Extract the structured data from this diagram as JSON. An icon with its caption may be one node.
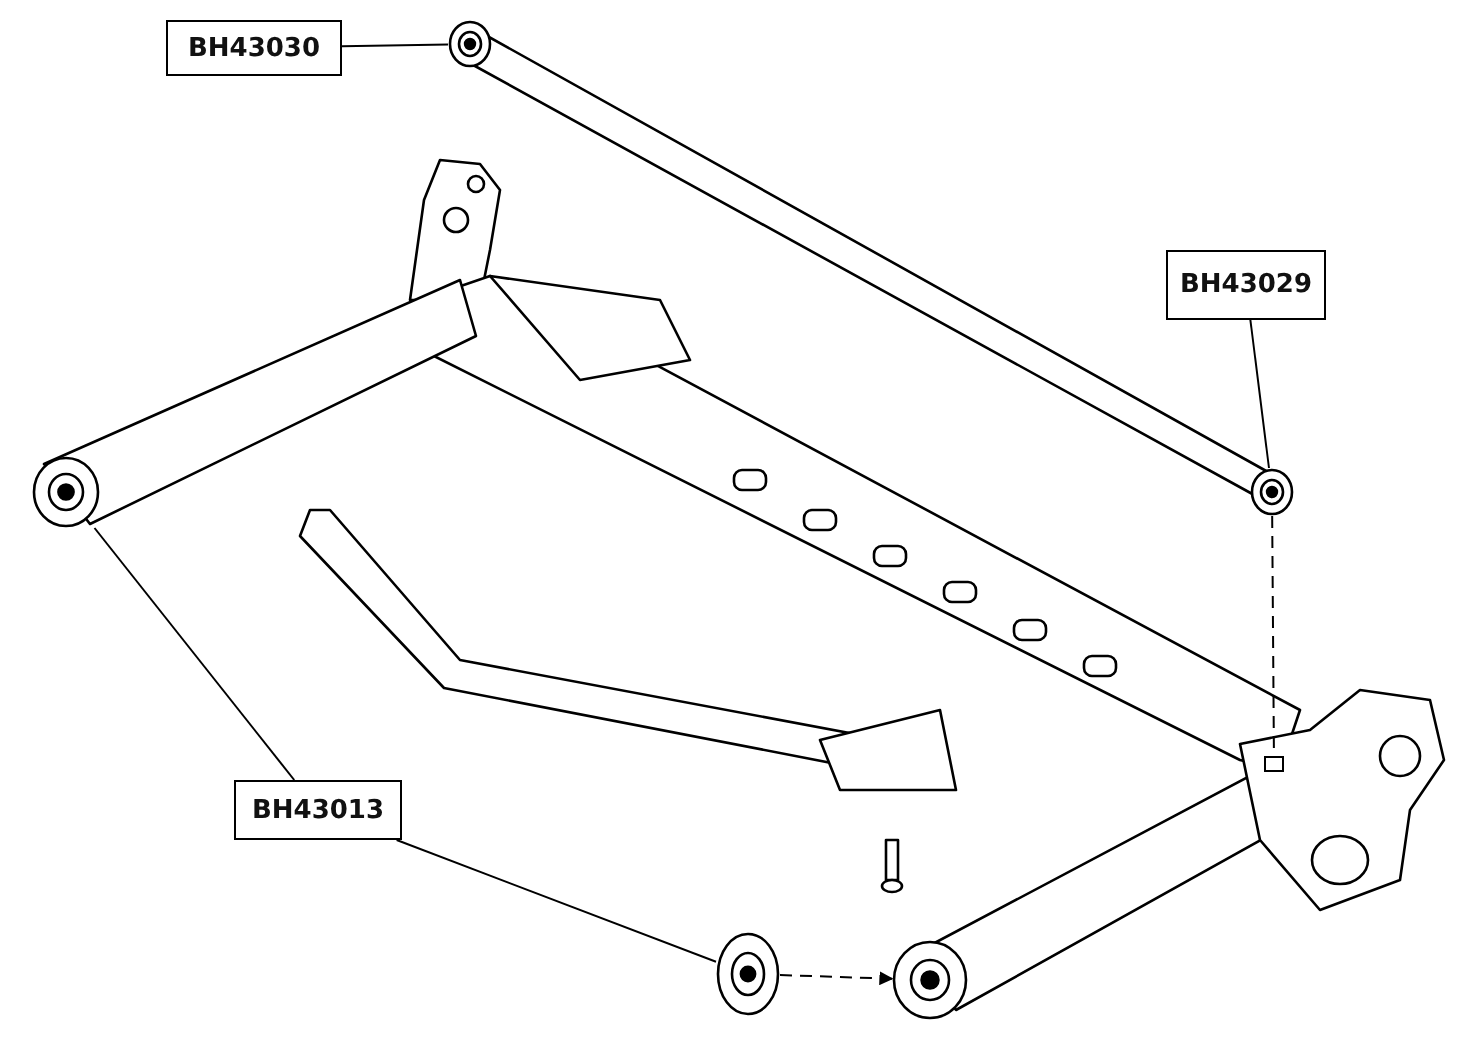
{
  "diagram": {
    "nodes": [
      {
        "text": [
          "BH43030"
        ]
      },
      {
        "text": [],
        "shape": "picture"
      },
      {
        "text": [
          "BH43029"
        ]
      },
      {
        "text": [],
        "shape": "picture"
      },
      {
        "text": [
          "BH43013"
        ]
      },
      {
        "text": [],
        "shape": "picture"
      },
      {
        "text": [],
        "shape": "picture"
      },
      {
        "text": [],
        "shape": "picture"
      },
      {
        "text": [],
        "shape": "box"
      }
    ],
    "edges": [
      {
        "from": 0,
        "to": 1,
        "arrow": "none"
      },
      {
        "from": 2,
        "to": 3,
        "arrow": "none"
      },
      {
        "from": 4,
        "to": 5,
        "arrow": "none"
      },
      {
        "from": 4,
        "to": 6,
        "arrow": "none"
      },
      {
        "from": 6,
        "to": 7,
        "arrow": "to",
        "style": "dashed"
      },
      {
        "from": 3,
        "to": 8,
        "arrow": "none",
        "style": "dashed"
      }
    ]
  }
}
